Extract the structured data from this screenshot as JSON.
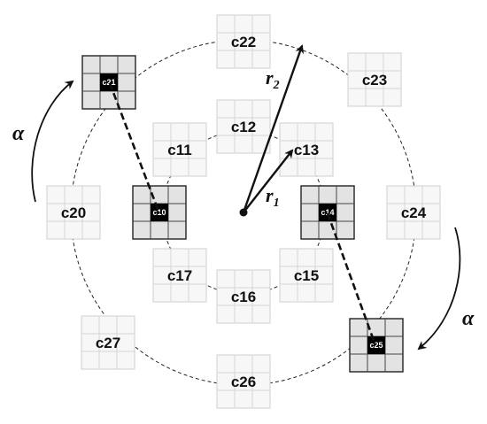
{
  "cells": [
    {
      "id": "c11",
      "label": "c11",
      "style": "light"
    },
    {
      "id": "c12",
      "label": "c12",
      "style": "light"
    },
    {
      "id": "c13",
      "label": "c13",
      "style": "light"
    },
    {
      "id": "c10",
      "label": "c10",
      "style": "dark"
    },
    {
      "id": "c14",
      "label": "c14",
      "style": "dark"
    },
    {
      "id": "c17",
      "label": "c17",
      "style": "light"
    },
    {
      "id": "c16",
      "label": "c16",
      "style": "light"
    },
    {
      "id": "c15",
      "label": "c15",
      "style": "light"
    },
    {
      "id": "c22",
      "label": "c22",
      "style": "light"
    },
    {
      "id": "c23",
      "label": "c23",
      "style": "light"
    },
    {
      "id": "c24",
      "label": "c24",
      "style": "light"
    },
    {
      "id": "c25",
      "label": "c25",
      "style": "dark"
    },
    {
      "id": "c26",
      "label": "c26",
      "style": "light"
    },
    {
      "id": "c27",
      "label": "c27",
      "style": "light"
    },
    {
      "id": "c20",
      "label": "c20",
      "style": "light"
    },
    {
      "id": "c21",
      "label": "c21",
      "style": "dark"
    }
  ],
  "radii": {
    "r1": {
      "base": "r",
      "sub": "1"
    },
    "r2": {
      "base": "r",
      "sub": "2"
    }
  },
  "rotation": {
    "symbol": "α"
  }
}
